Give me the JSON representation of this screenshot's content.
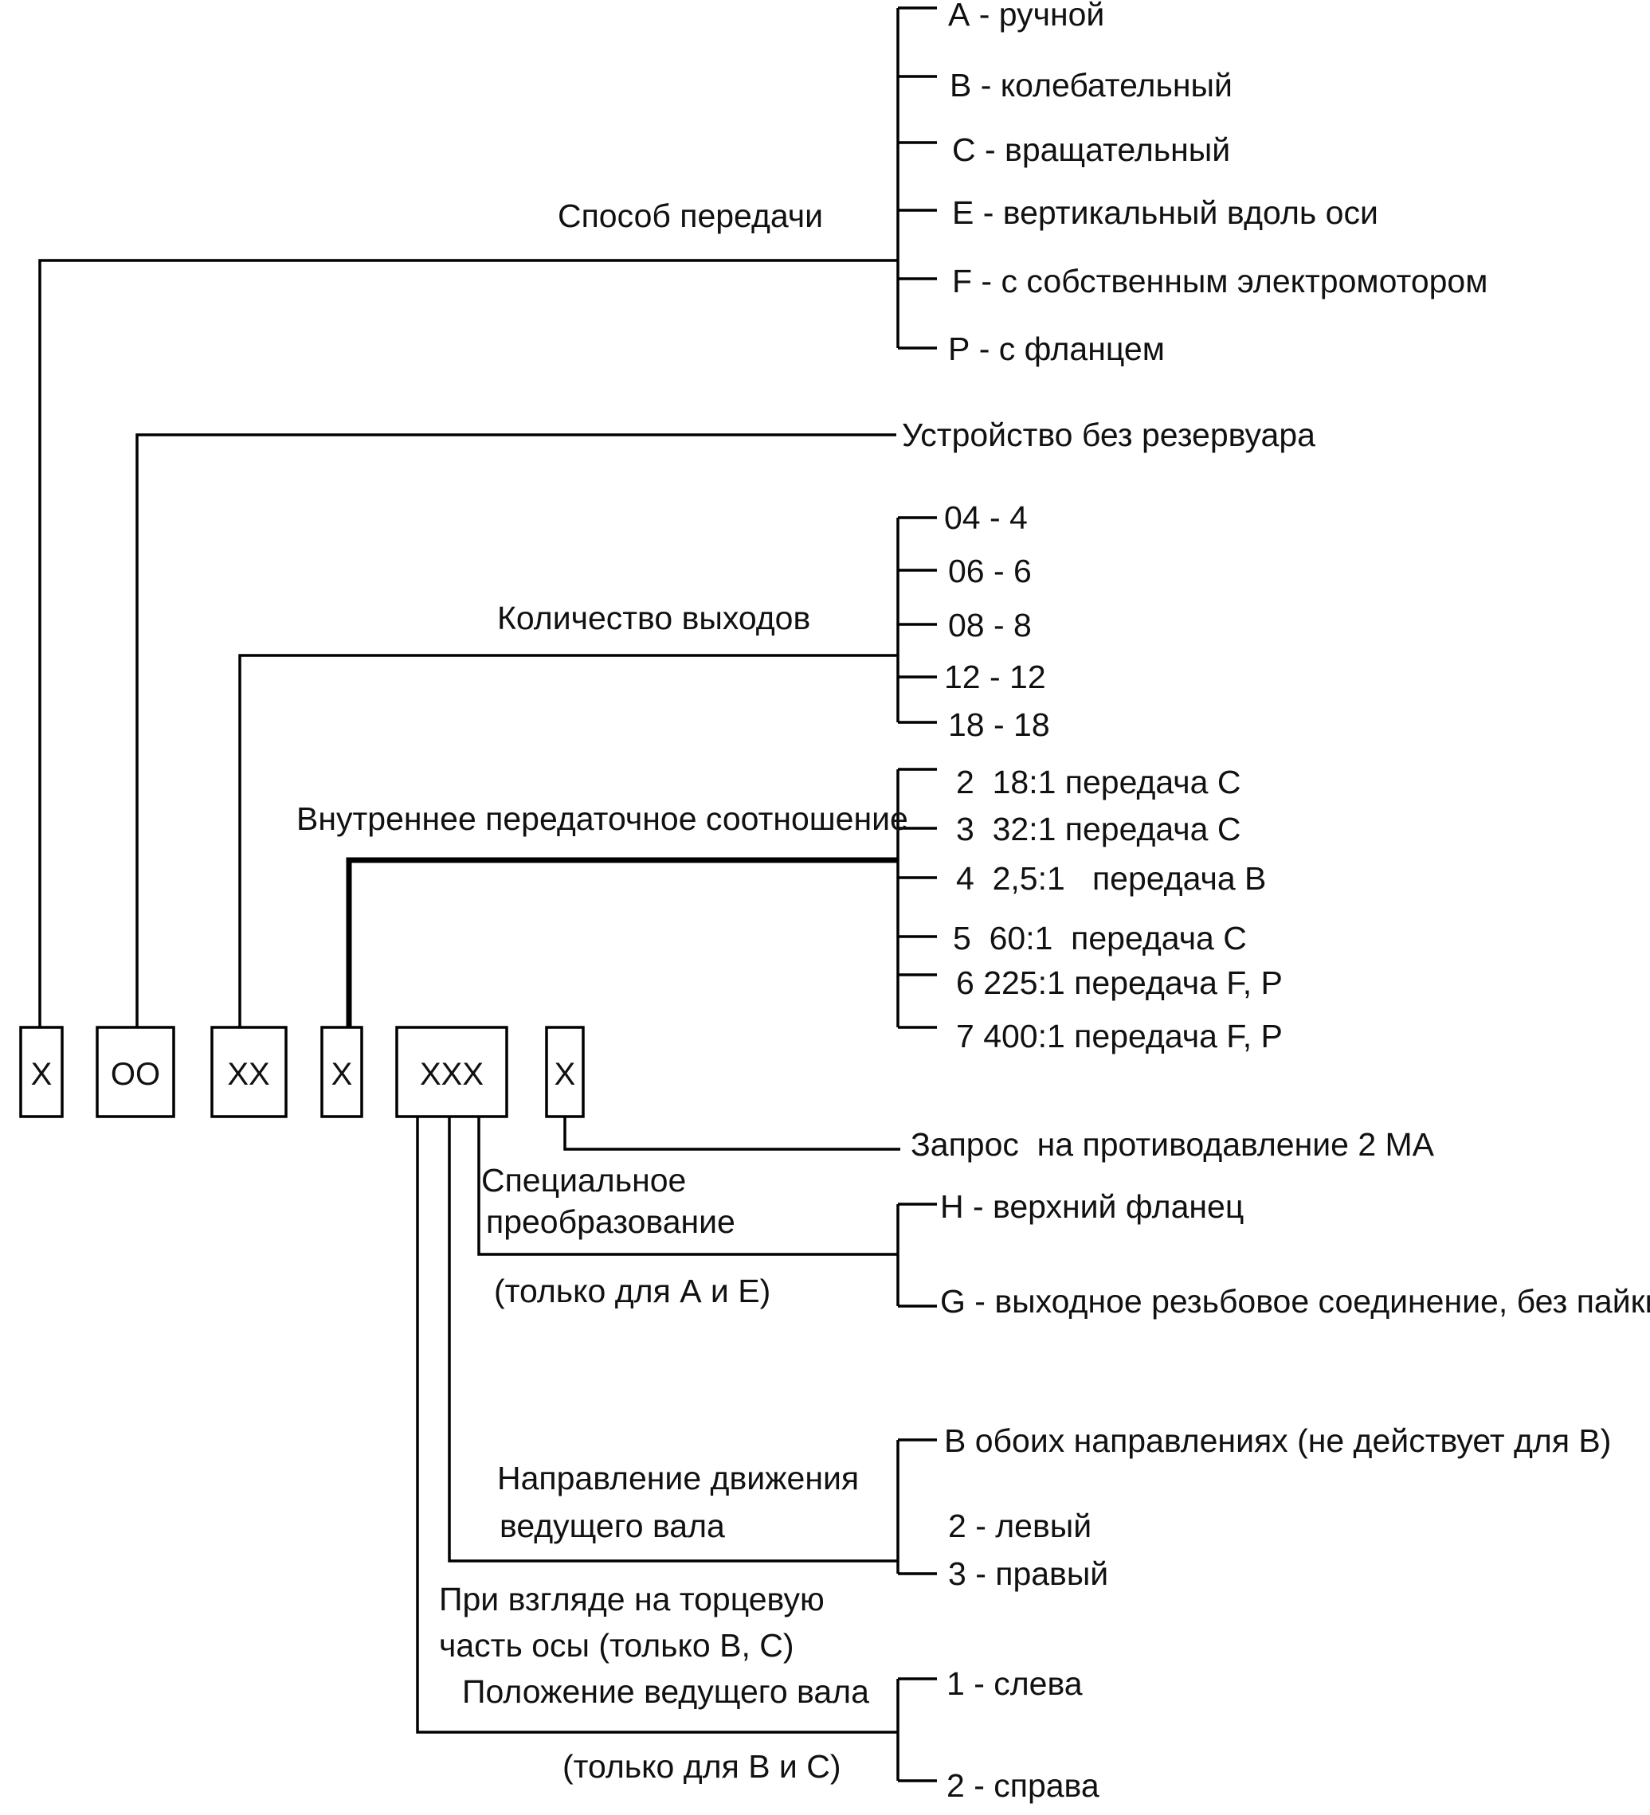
{
  "code_boxes": [
    "X",
    "OO",
    "XX",
    "X",
    "XXX",
    "X"
  ],
  "groups": {
    "transfer_method": {
      "title": "Способ передачи",
      "options": [
        "А - ручной",
        "В - колебательный",
        "С - вращательный",
        "Е - вертикальный вдоль оси",
        "F - с собственным электромотором",
        "Р - с фланцем"
      ]
    },
    "no_reservoir": {
      "title": "Устройство без резервуара"
    },
    "outputs": {
      "title": "Количество выходов",
      "options": [
        "04 - 4",
        "06 - 6",
        "08 - 8",
        "12 - 12",
        "18 - 18"
      ]
    },
    "gear_ratio": {
      "title": "Внутреннее передаточное соотношение",
      "options": [
        "2  18:1 передача С",
        "3  32:1 передача С",
        "4  2,5:1   передача В",
        "5  60:1  передача С",
        "6 225:1 передача F, Р",
        "7 400:1 передача F, Р"
      ]
    },
    "back_pressure": {
      "title": "Запрос  на противодавление 2 МА"
    },
    "special": {
      "title_lines": [
        "Специальное",
        "преобразование"
      ],
      "note": "(только для А и Е)",
      "options": [
        "Н - верхний фланец",
        "G - выходное резьбовое соединение, без пайки"
      ]
    },
    "shaft_direction": {
      "title_lines": [
        "Направление движения",
        "ведущего вала"
      ],
      "note_lines": [
        "При взгляде на торцевую",
        "часть осы (только В, С)"
      ],
      "options": [
        "В обоих направлениях (не действует для В)",
        "2 - левый",
        "3 - правый"
      ]
    },
    "shaft_position": {
      "title": "Положение ведущего вала",
      "note": "(только для В и С)",
      "options": [
        "1 - слева",
        "2 - справа"
      ]
    }
  }
}
